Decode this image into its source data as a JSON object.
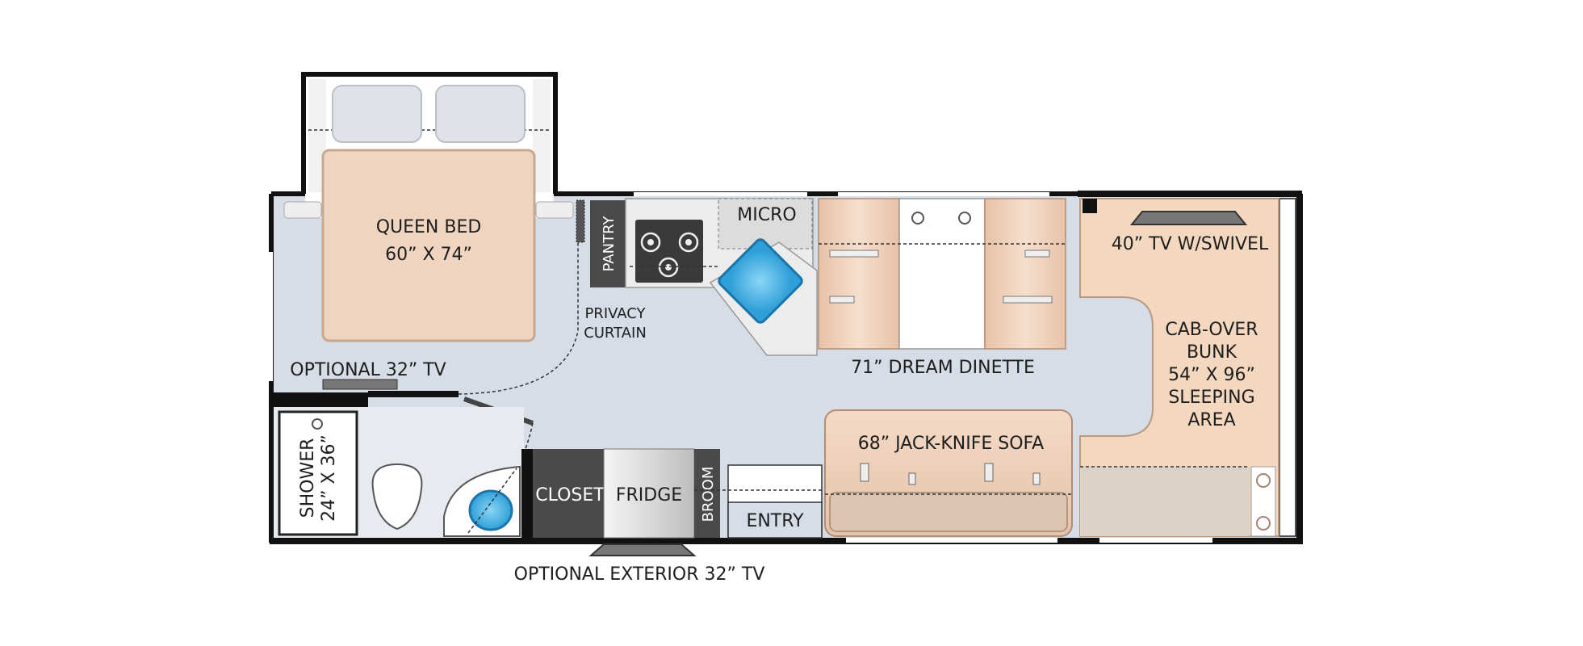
{
  "labels": {
    "queen_bed": "QUEEN BED",
    "queen_bed_size": "60” X 74”",
    "pantry": "PANTRY",
    "micro": "MICRO",
    "privacy_curtain_1": "PRIVACY",
    "privacy_curtain_2": "CURTAIN",
    "optional_tv": "OPTIONAL 32” TV",
    "dream_dinette": "71” DREAM DINETTE",
    "tv_swivel": "40” TV W/SWIVEL",
    "cab_over_1": "CAB-OVER",
    "cab_over_2": "BUNK",
    "cab_over_3": "54” X 96”",
    "cab_over_4": "SLEEPING",
    "cab_over_5": "AREA",
    "shower_1": "SHOWER",
    "shower_2": "24” X 36”",
    "closet": "CLOSET",
    "fridge": "FRIDGE",
    "broom": "BROOM",
    "entry": "ENTRY",
    "jack_knife_sofa": "68” JACK-KNIFE SOFA",
    "optional_exterior_tv": "OPTIONAL EXTERIOR 32” TV"
  },
  "colors": {
    "floor": "#d6dde6",
    "wall": "#111111",
    "bed": "#efd5bf",
    "bunk": "#f3d7bf",
    "cabinet": "#e6e6e6",
    "dark_cabinet": "#4a4a4a",
    "sink_water": "#5fc3ee"
  }
}
